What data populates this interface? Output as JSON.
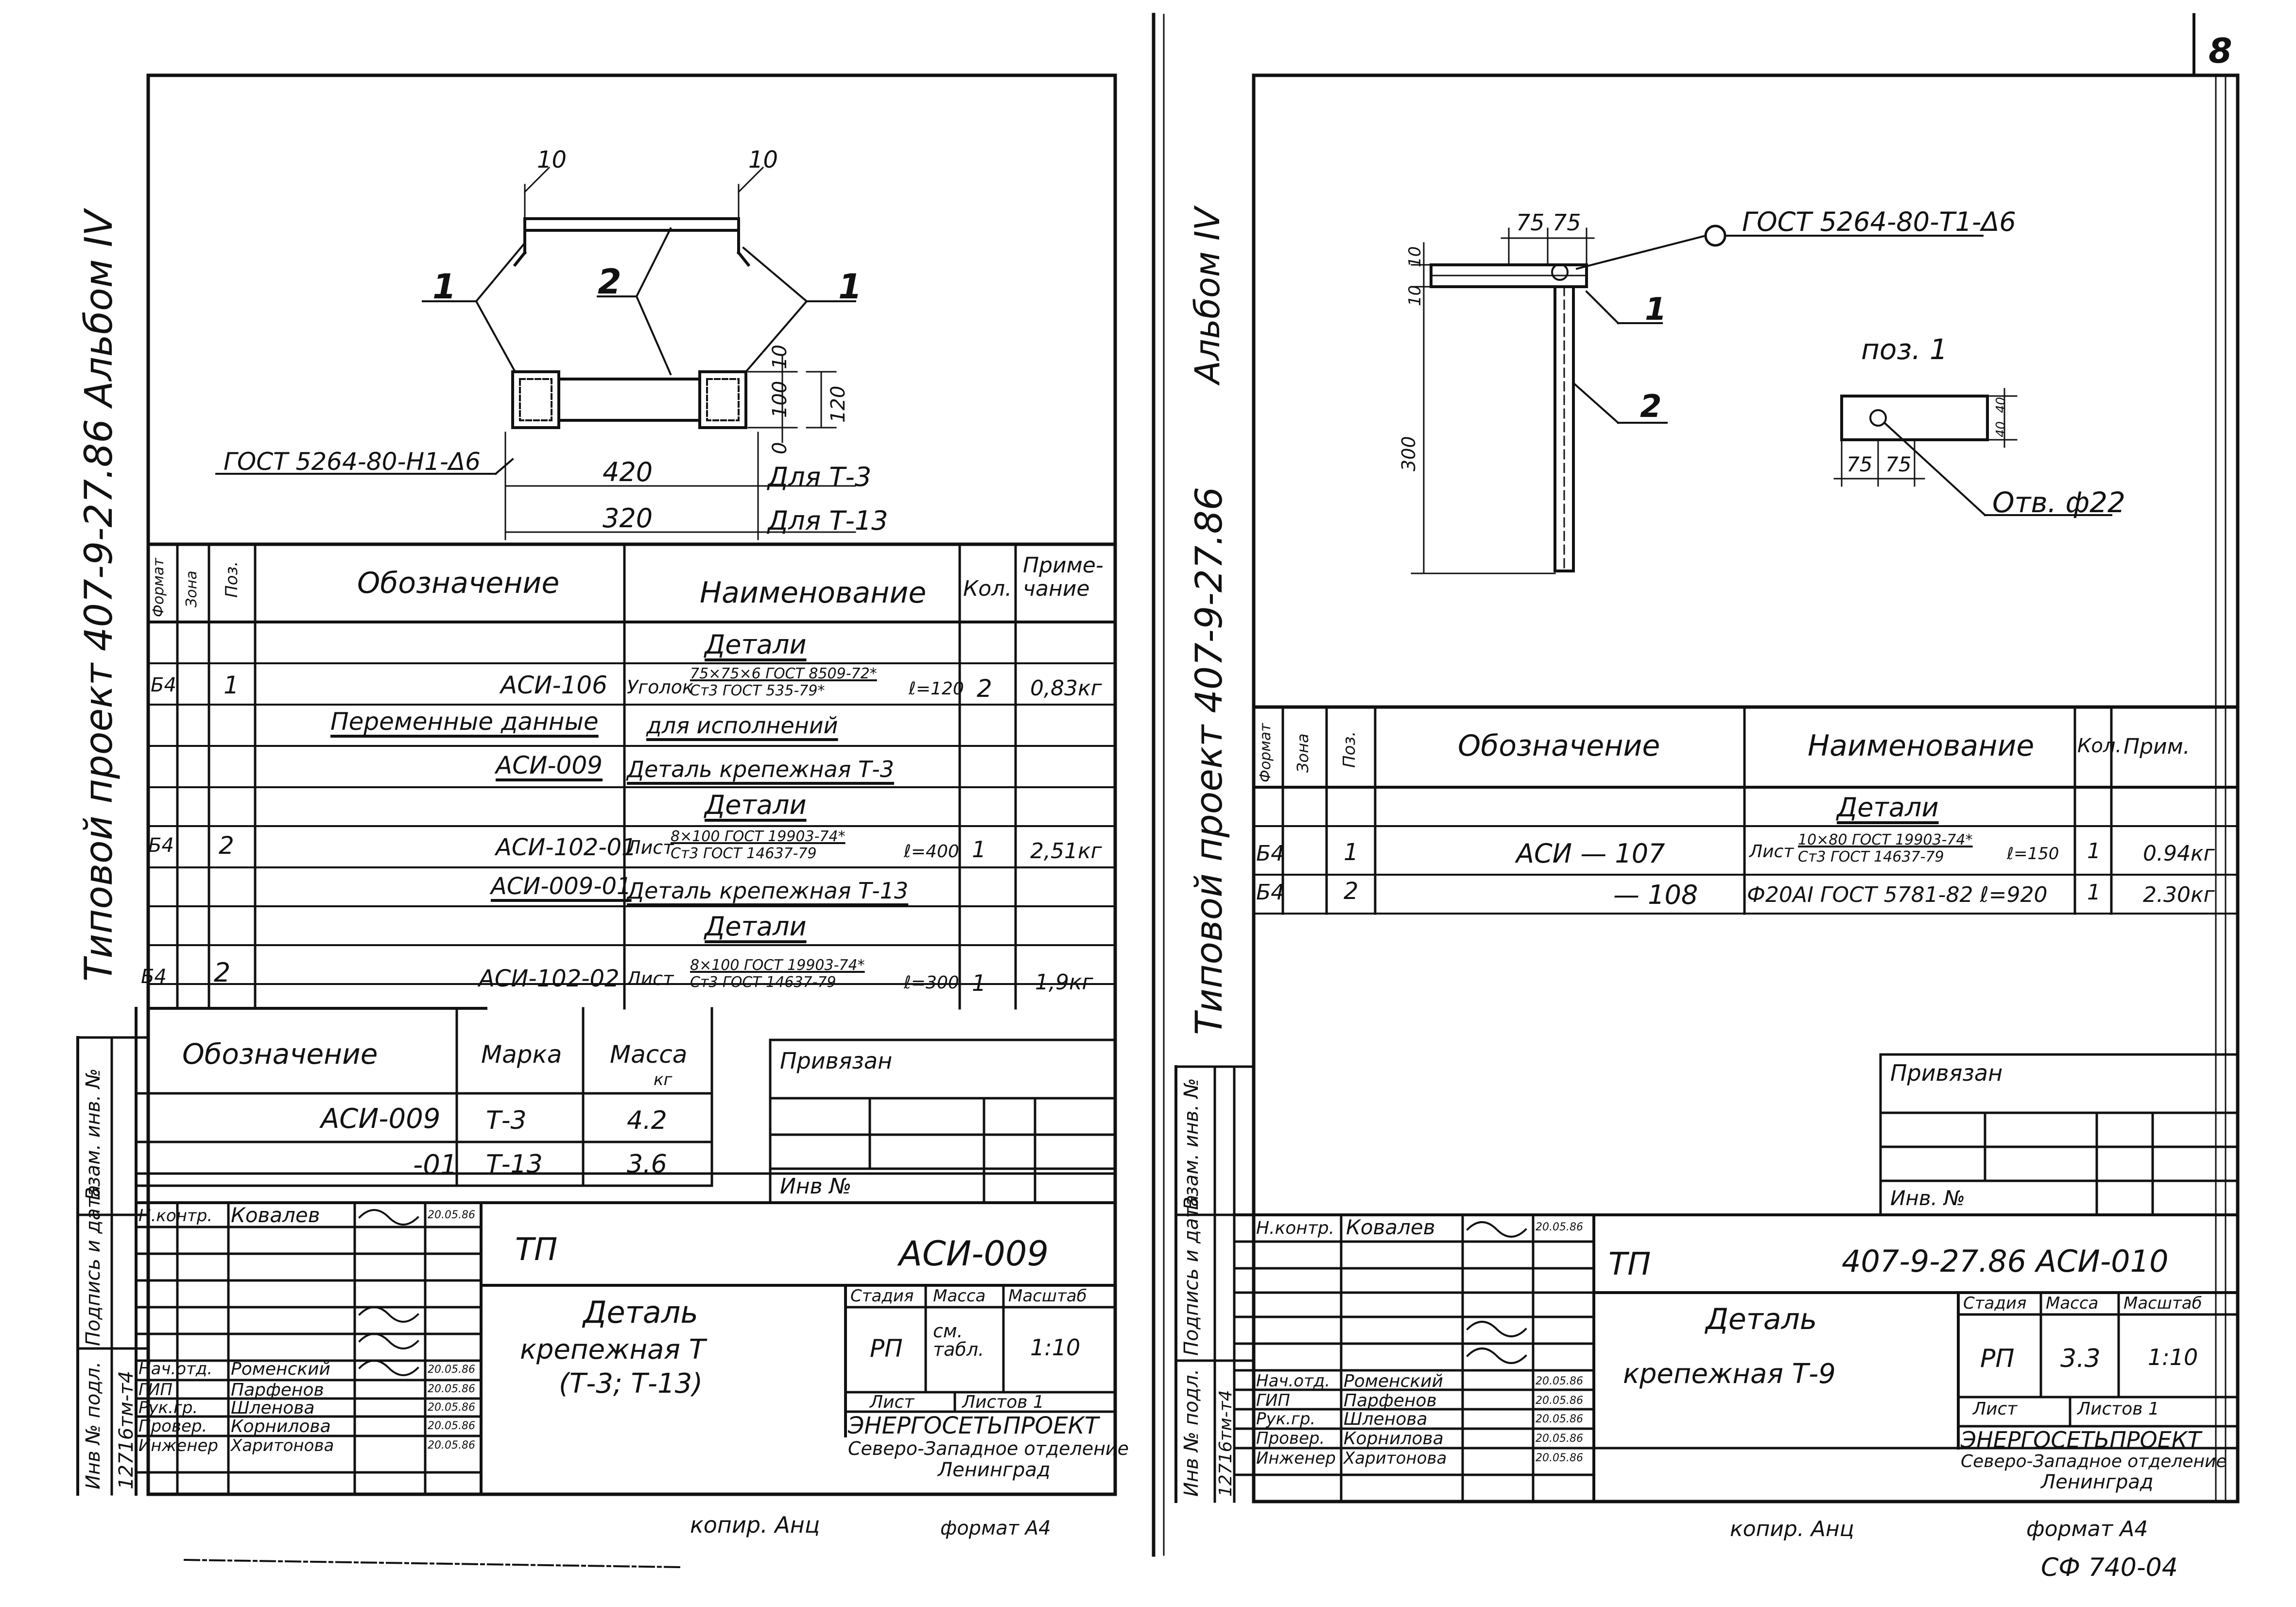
{
  "page_number": "8",
  "left": {
    "side_title": "Типовой   проект 407-9-27.86 Альбом IV",
    "drawing": {
      "dim_top": "10",
      "dim_side_10": "10",
      "dim_side_100": "100",
      "dim_side_0": "0",
      "dim_120": "120",
      "callout_1a": "1",
      "callout_2": "2",
      "callout_1b": "1",
      "weld": "ГОСТ 5264-80-Н1-Δ6",
      "dim_420": "420",
      "dim_320": "320",
      "for_t3": "Для Т-3",
      "for_t13": "Для Т-13"
    },
    "spec": {
      "headers": {
        "format": "Формат",
        "zone": "Зона",
        "pos": "Поз.",
        "designation": "Обозначение",
        "name": "Наименование",
        "qty": "Кол.",
        "note": "Приме-чание"
      },
      "section_details_1": "Детали",
      "row1": {
        "format": "Б4",
        "pos": "1",
        "designation": "АСИ-106",
        "name_word": "Уголок",
        "name_num": "75×75×6 ГОСТ 8509-72*",
        "name_den": "Ст3 ГОСТ 535-79*",
        "length": "ℓ=120",
        "qty": "2",
        "note": "0,83кг"
      },
      "variable_left": "Переменные данные",
      "variable_right": "для исполнений",
      "asi009_designation": "АСИ-009",
      "asi009_name": "Деталь крепежная Т-3",
      "section_details_2": "Детали",
      "row2": {
        "format": "Б4",
        "pos": "2",
        "designation": "АСИ-102-01",
        "name_word": "Лист",
        "name_num": "8×100 ГОСТ 19903-74*",
        "name_den": "Ст3 ГОСТ 14637-79",
        "length": "ℓ=400",
        "qty": "1",
        "note": "2,51кг"
      },
      "asi00901_designation": "АСИ-009-01",
      "asi00901_name": "Деталь крепежная Т-13",
      "section_details_3": "Детали",
      "row3": {
        "format": "Б4",
        "pos": "2",
        "designation": "АСИ-102-02",
        "name_word": "Лист",
        "name_num": "8×100 ГОСТ 19903-74*",
        "name_den": "Ст3 ГОСТ 14637-79",
        "length": "ℓ=300",
        "qty": "1",
        "note": "1,9кг"
      }
    },
    "mark_table": {
      "headers": {
        "designation": "Обозначение",
        "mark": "Марка",
        "mass": "Масса",
        "mass_unit": "кг"
      },
      "rows": [
        {
          "designation": "АСИ-009",
          "mark": "Т-3",
          "mass": "4.2"
        },
        {
          "designation": "-01",
          "mark": "Т-13",
          "mass": "3.6"
        }
      ]
    },
    "privyazan": "Привязан",
    "inv_no": "Инв №",
    "side_fields": {
      "vzam": "Взам. инв. №",
      "podpis": "Подпись и дата",
      "inv_podl": "Инв № подл.",
      "inv_value": "12716тм-т4"
    },
    "title_block": {
      "roles": [
        "Н.контр.",
        "Нач.отд.",
        "ГИП",
        "Рук.гр.",
        "Провер.",
        "Инженер"
      ],
      "names": [
        "Ковалев",
        "Роменский",
        "Парфенов",
        "Шленова",
        "Корнилова",
        "Харитонова"
      ],
      "dates": [
        "20.05.86",
        "20.05.86",
        "20.05.86",
        "20.05.86",
        "20.05.86",
        "20.05.86"
      ],
      "tp": "ТП",
      "code": "АСИ-009",
      "title_line1": "Деталь",
      "title_line2": "крепежная Т",
      "title_line3": "(Т-3; Т-13)",
      "stage_h": "Стадия",
      "mass_h": "Масса",
      "scale_h": "Масштаб",
      "stage": "РП",
      "mass": "см. табл.",
      "scale": "1:10",
      "sheet_h": "Лист",
      "sheets_h": "Листов 1",
      "org1": "ЭНЕРГОСЕТЬПРОЕКТ",
      "org2": "Северо-Западное отделение",
      "org3": "Ленинград"
    },
    "footer_copy": "копир. Анц",
    "footer_format": "формат А4"
  },
  "right": {
    "side_title_1": "Альбом IV",
    "side_title_2": "Типовой проект  407-9-27.86",
    "drawing": {
      "dim_75a": "75",
      "dim_75b": "75",
      "weld": "ГОСТ 5264-80-Т1-Δ6",
      "dim_10": "10",
      "dim_10b": "10",
      "callout_1": "1",
      "callout_2": "2",
      "dim_300": "300",
      "pos_label": "поз. 1",
      "pos_dim_75a": "75",
      "pos_dim_75b": "75",
      "pos_dim_40": "40",
      "pos_dim_40b": "40",
      "hole": "Отв. ф22"
    },
    "spec": {
      "headers": {
        "format": "Формат",
        "zone": "Зона",
        "pos": "Поз.",
        "designation": "Обозначение",
        "name": "Наименование",
        "qty": "Кол.",
        "note": "Прим."
      },
      "section_details": "Детали",
      "row1": {
        "format": "Б4",
        "pos": "1",
        "designation": "АСИ — 107",
        "name_word": "Лист",
        "name_num": "10×80 ГОСТ 19903-74*",
        "name_den": "Ст3 ГОСТ 14637-79",
        "length": "ℓ=150",
        "qty": "1",
        "note": "0.94кг"
      },
      "row2": {
        "format": "Б4",
        "pos": "2",
        "designation": "— 108",
        "name": "Ф20АI ГОСТ 5781-82 ℓ=920",
        "qty": "1",
        "note": "2.30кг"
      }
    },
    "privyazan": "Привязан",
    "inv_no": "Инв. №",
    "side_fields": {
      "vzam": "Взам. инв. №",
      "podpis": "Подпись и дата",
      "inv_podl": "Инв № подл.",
      "inv_value": "12716тм-т4"
    },
    "title_block": {
      "roles": [
        "Н.контр.",
        "Нач.отд.",
        "ГИП",
        "Рук.гр.",
        "Провер.",
        "Инженер"
      ],
      "names": [
        "Ковалев",
        "Роменский",
        "Парфенов",
        "Шленова",
        "Корнилова",
        "Харитонова"
      ],
      "dates": [
        "20.05.86",
        "20.05.86",
        "20.05.86",
        "20.05.86",
        "20.05.86",
        "20.05.86"
      ],
      "tp": "ТП",
      "code": "407-9-27.86 АСИ-010",
      "title_line1": "Деталь",
      "title_line2": "крепежная Т-9",
      "stage_h": "Стадия",
      "mass_h": "Масса",
      "scale_h": "Масштаб",
      "stage": "РП",
      "mass": "3.3",
      "scale": "1:10",
      "sheet_h": "Лист",
      "sheets_h": "Листов 1",
      "org1": "ЭНЕРГОСЕТЬПРОЕКТ",
      "org2": "Северо-Западное отделение",
      "org3": "Ленинград"
    },
    "footer_copy": "копир. Анц",
    "footer_format": "формат А4",
    "footer_code": "СФ 740-04"
  }
}
